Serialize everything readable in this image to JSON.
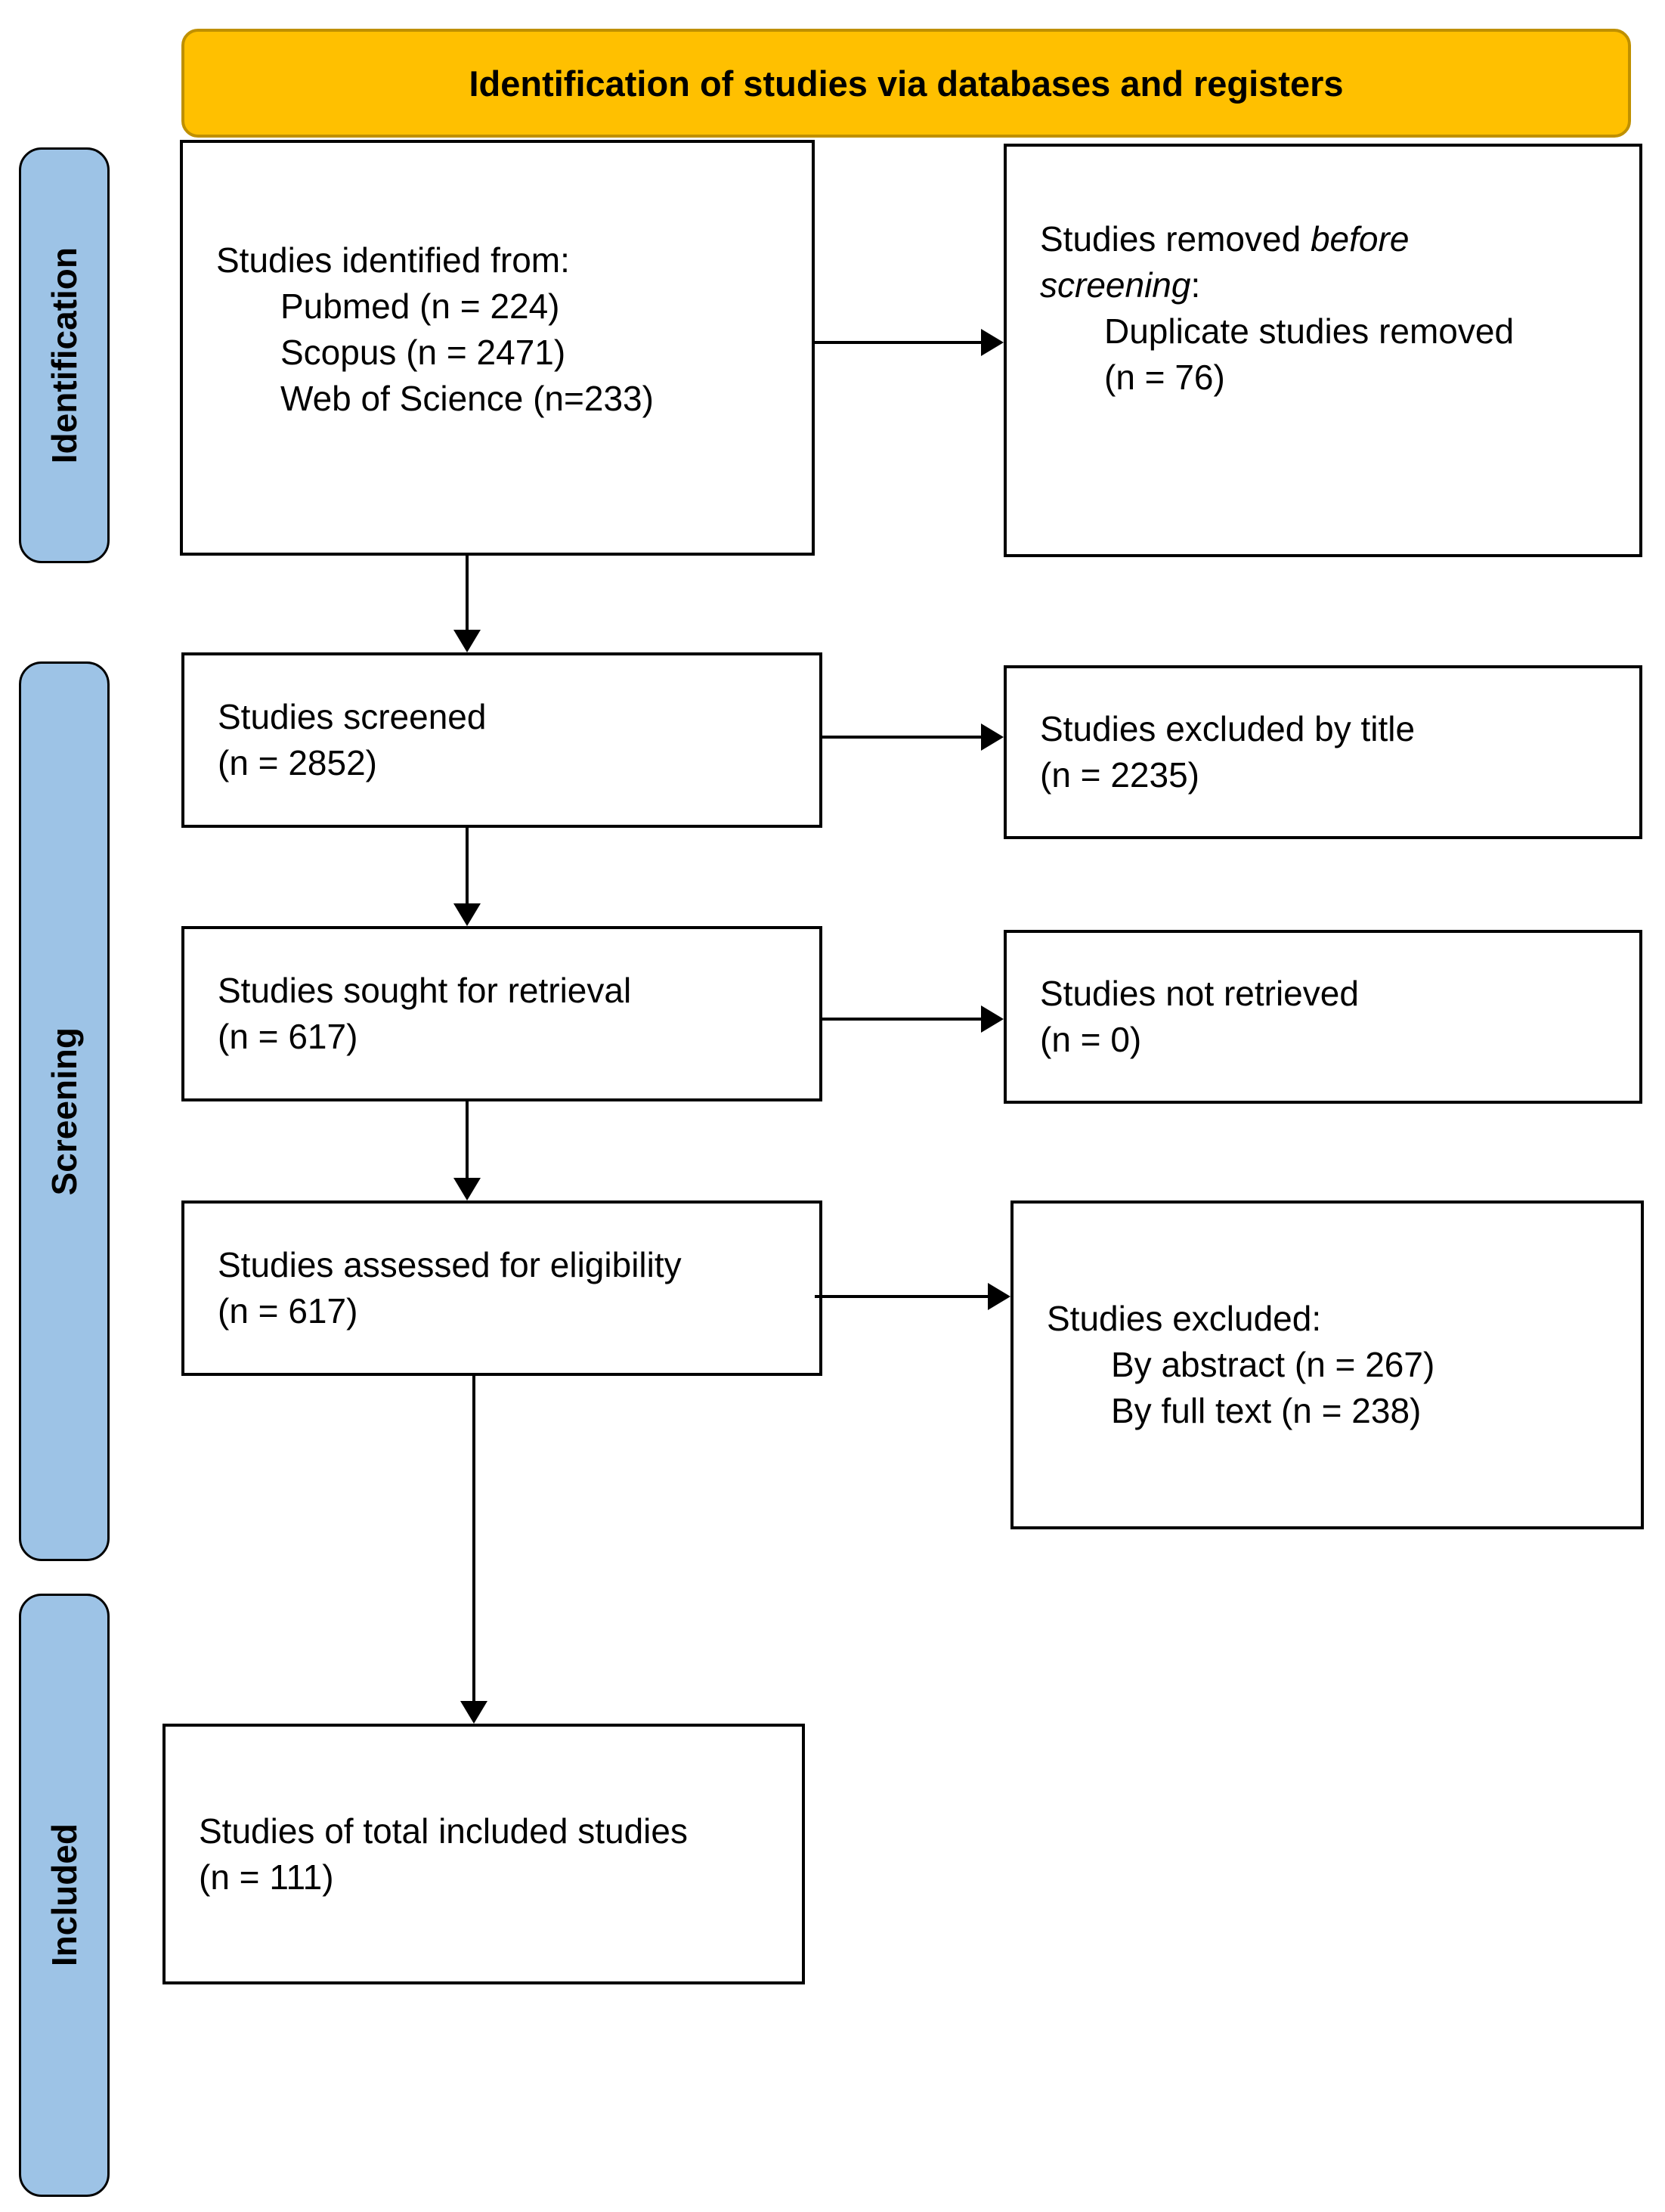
{
  "banner": {
    "label": "Identification of studies via databases and registers"
  },
  "colors": {
    "banner_bg": "#FFC000",
    "banner_border": "#BF9000",
    "phase_bg": "#9DC3E6",
    "line": "#000000"
  },
  "phases": [
    {
      "label": "Identification"
    },
    {
      "label": "Screening"
    },
    {
      "label": "Included"
    }
  ],
  "boxes": {
    "identified": {
      "title": "Studies identified from:",
      "items": [
        "Pubmed (n = 224)",
        "Scopus (n = 2471)",
        "Web of Science (n=233)"
      ]
    },
    "removed": {
      "pre": "Studies removed ",
      "italic_1": "before",
      "italic_2": "screening",
      "colon": ":",
      "items": [
        "Duplicate studies removed",
        "(n = 76)"
      ]
    },
    "screened": {
      "lines": [
        "Studies screened",
        "(n = 2852)"
      ]
    },
    "excluded_by_title": {
      "lines": [
        "Studies excluded by title",
        "(n = 2235)"
      ]
    },
    "sought": {
      "lines": [
        "Studies sought for retrieval",
        "(n = 617)"
      ]
    },
    "not_retrieved": {
      "lines": [
        "Studies not retrieved",
        "(n = 0)"
      ]
    },
    "assessed": {
      "lines": [
        "Studies assessed for eligibility",
        "(n = 617)"
      ]
    },
    "excluded": {
      "title": "Studies excluded:",
      "items": [
        "By abstract (n = 267)",
        "By full text (n = 238)"
      ]
    },
    "included_total": {
      "lines": [
        "Studies of total included studies",
        "(n = 111)"
      ]
    }
  }
}
